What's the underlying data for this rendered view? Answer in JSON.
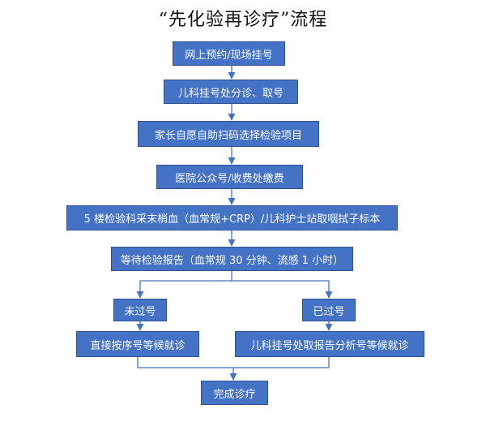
{
  "title": "“先化验再诊疗”流程",
  "steps": {
    "s1": "网上预约/现场挂号",
    "s2": "儿科挂号处分诊、取号",
    "s3": "家长自愿自助扫码选择检验项目",
    "s4": "医院公众号/收费处缴费",
    "s5": "5 楼检验科采末梢血（血常规+CRP）/儿科护士站取咽拭子标本",
    "s6": "等待检验报告（血常规 30 分钟、流感 1 小时）",
    "branch_left": "未过号",
    "branch_right": "已过号",
    "wait_left": "直接按序号等候就诊",
    "wait_right": "儿科挂号处取报告分析号等候就诊",
    "done": "完成诊疗"
  },
  "colors": {
    "box_fill": "#4472c4",
    "box_border": "#2f528f",
    "box_text": "#ffffff",
    "connector": "#4472c4"
  }
}
